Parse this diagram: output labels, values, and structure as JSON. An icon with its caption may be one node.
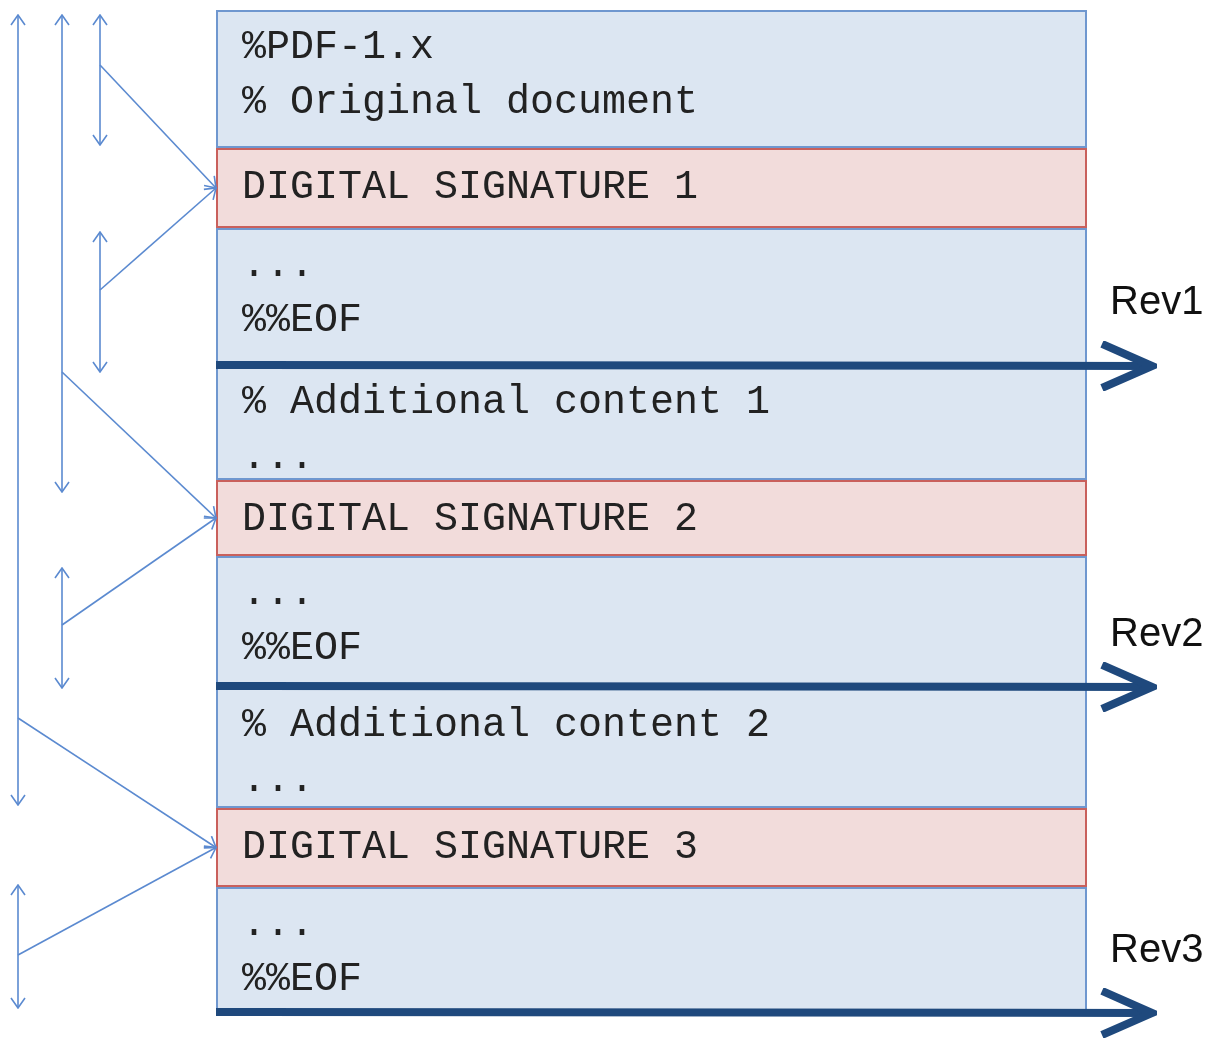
{
  "diagram": {
    "nodes": [
      {
        "text": [
          "%PDF-1.x",
          "% Original document"
        ]
      },
      {
        "text": [
          "DIGITAL SIGNATURE 1"
        ]
      },
      {
        "text": [
          "...",
          "%%EOF"
        ]
      },
      {
        "text": [
          "% Additional content 1",
          "..."
        ]
      },
      {
        "text": [
          "DIGITAL SIGNATURE 2"
        ]
      },
      {
        "text": [
          "...",
          "%%EOF"
        ]
      },
      {
        "text": [
          "% Additional content 2",
          "..."
        ]
      },
      {
        "text": [
          "DIGITAL SIGNATURE 3"
        ]
      },
      {
        "text": [
          "...",
          "%%EOF"
        ]
      }
    ],
    "edges": [
      {
        "from": null,
        "to": 1,
        "arrow": "to"
      },
      {
        "from": null,
        "to": 1,
        "arrow": "to"
      },
      {
        "from": null,
        "to": 4,
        "arrow": "to"
      },
      {
        "from": null,
        "to": 4,
        "arrow": "to"
      },
      {
        "from": null,
        "to": 7,
        "arrow": "to"
      },
      {
        "from": null,
        "to": 7,
        "arrow": "to"
      }
    ],
    "labels": [
      "Rev1",
      "Rev2",
      "Rev3"
    ]
  }
}
